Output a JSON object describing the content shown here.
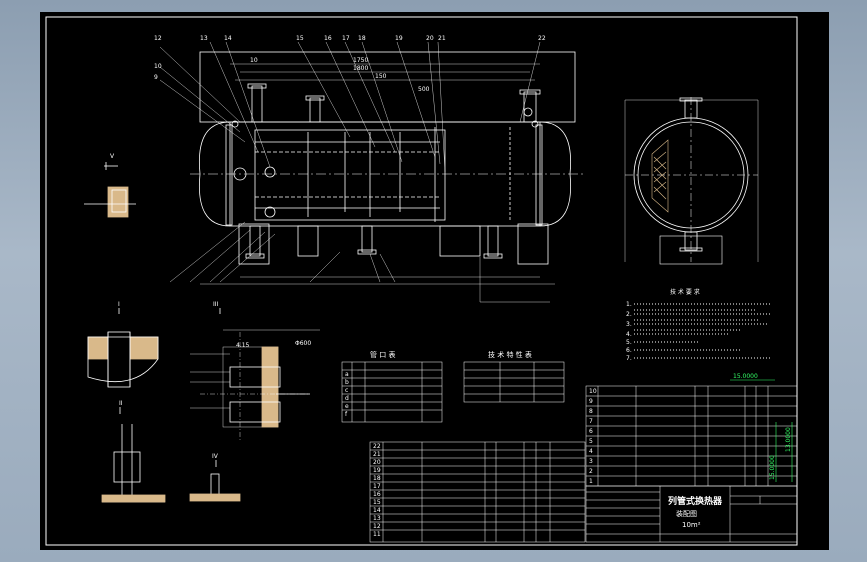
{
  "colors": {
    "background": "#9aabbd",
    "canvas": "#000000",
    "line": "#ffffff",
    "hatch": "#d9b98a",
    "dimension": "#33ff66"
  },
  "leader_labels_top": [
    "12",
    "13",
    "14",
    "15",
    "16",
    "17",
    "18",
    "19",
    "20",
    "21",
    "22"
  ],
  "leader_labels_left": [
    "10",
    "9"
  ],
  "top_dims": [
    "10",
    "1750",
    "1800",
    "150",
    "500"
  ],
  "view_labels": {
    "v": "V",
    "i": "I",
    "ii": "II",
    "iii": "III",
    "iv": "IV"
  },
  "detail_dims": {
    "d1": "4.15",
    "d2": "Φ600"
  },
  "nozzle_table": {
    "title": "管 口 表",
    "rows": [
      "a",
      "b",
      "c",
      "d",
      "e",
      "f"
    ]
  },
  "tech_table": {
    "title": "技 术 特 性 表"
  },
  "requirements": {
    "title": "技 术 要 求",
    "lines": [
      "1.",
      "2.",
      "3.",
      "4.",
      "5.",
      "6.",
      "7."
    ]
  },
  "parts_list": {
    "top_item_nums": [
      "10",
      "9",
      "8",
      "7",
      "6",
      "5",
      "4",
      "3",
      "2",
      "1"
    ],
    "lower_item_nums": [
      "22",
      "21",
      "20",
      "19",
      "18",
      "17",
      "16",
      "15",
      "14",
      "13",
      "12",
      "11"
    ]
  },
  "green_dims": {
    "h1": "15.0000",
    "v1": "15.0000",
    "v2": "13.0000"
  },
  "title_block": {
    "name": "列管式换热器",
    "subtitle": "装配图",
    "spec": "10m²"
  }
}
